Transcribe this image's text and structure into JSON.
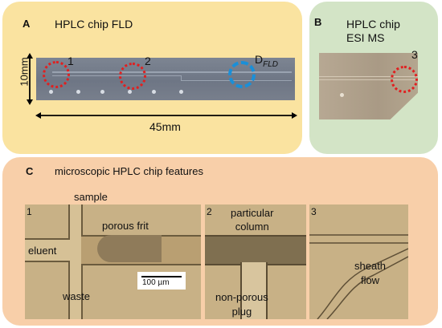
{
  "panel_a": {
    "label": "A",
    "title": "HPLC chip FLD",
    "marker_1": "1",
    "marker_2": "2",
    "detector_main": "D",
    "detector_sub": "FLD",
    "height_dim": "10mm",
    "width_dim": "45mm"
  },
  "panel_b": {
    "label": "B",
    "title_line1": "HPLC chip",
    "title_line2": "ESI MS",
    "marker_3": "3"
  },
  "panel_c": {
    "label": "C",
    "title": "microscopic HPLC chip features",
    "image1": {
      "number": "1",
      "sample": "sample",
      "eluent": "eluent",
      "porous_frit": "porous frit",
      "waste": "waste",
      "scale_bar": "100 µm"
    },
    "image2": {
      "number": "2",
      "particular_line1": "particular",
      "particular_line2": "column",
      "nonporous_line1": "non-porous",
      "nonporous_line2": "plug"
    },
    "image3": {
      "number": "3",
      "sheath_line1": "sheath",
      "sheath_line2": "flow"
    }
  },
  "colors": {
    "panel_a_bg": "#fae3a0",
    "panel_b_bg": "#d3e4c6",
    "panel_c_bg": "#f8cfa9",
    "marker_red": "#e02020",
    "marker_blue": "#1a8fd8"
  }
}
